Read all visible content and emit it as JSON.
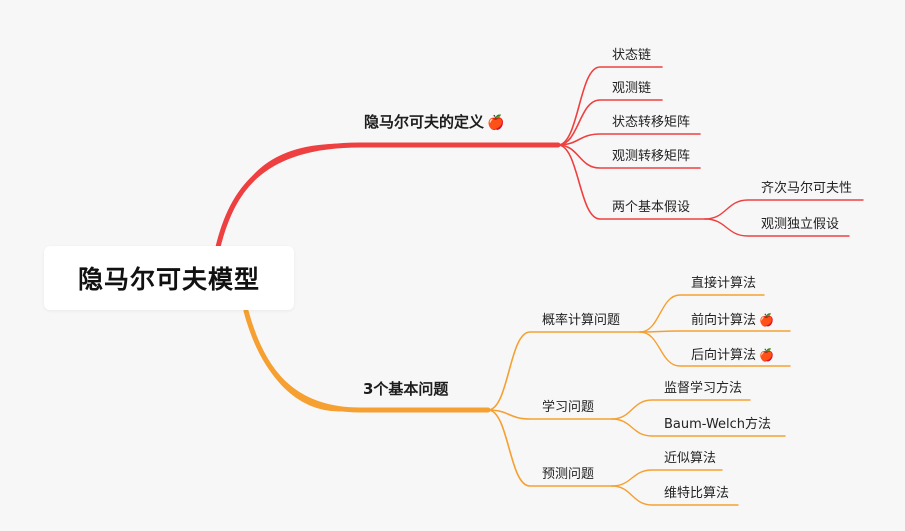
{
  "root": {
    "label": "隐马尔可夫模型"
  },
  "colors": {
    "red_branch": "#ee4040",
    "orange_branch": "#f5a031",
    "root_bg": "#ffffff",
    "canvas_bg": "#f7f7f7"
  },
  "apple_icon": "🍎",
  "branches": [
    {
      "label": "隐马尔可夫的定义",
      "apple": true,
      "children": [
        {
          "label": "状态链"
        },
        {
          "label": "观测链"
        },
        {
          "label": "状态转移矩阵"
        },
        {
          "label": "观测转移矩阵"
        },
        {
          "label": "两个基本假设",
          "children": [
            {
              "label": "齐次马尔可夫性"
            },
            {
              "label": "观测独立假设"
            }
          ]
        }
      ]
    },
    {
      "label": "3个基本问题",
      "children": [
        {
          "label": "概率计算问题",
          "children": [
            {
              "label": "直接计算法"
            },
            {
              "label": "前向计算法",
              "apple": true
            },
            {
              "label": "后向计算法",
              "apple": true
            }
          ]
        },
        {
          "label": "学习问题",
          "children": [
            {
              "label": "监督学习方法"
            },
            {
              "label": "Baum-Welch方法"
            }
          ]
        },
        {
          "label": "预测问题",
          "children": [
            {
              "label": "近似算法"
            },
            {
              "label": "维特比算法"
            }
          ]
        }
      ]
    }
  ]
}
